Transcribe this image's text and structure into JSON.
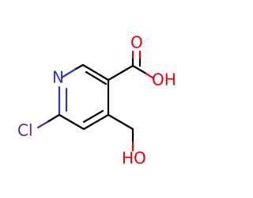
{
  "molecule": {
    "atoms": {
      "nitrogen": "N",
      "chlorine": "Cl",
      "acid_oxygen": "O",
      "acid_hydroxyl": "OH",
      "alcohol_hydroxyl": "HO"
    }
  },
  "colors": {
    "bond": "#000000",
    "nitrogen": "#3333cc",
    "oxygen": "#e8000b",
    "chlorine": "#5b2a8e",
    "background": "#ffffff"
  }
}
